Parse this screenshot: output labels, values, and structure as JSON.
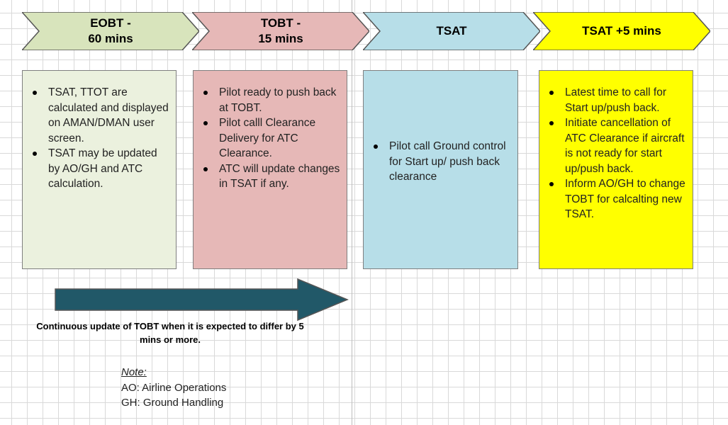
{
  "stages": [
    {
      "label": "EOBT -\n60 mins",
      "fill": "#d8e4bc"
    },
    {
      "label": "TOBT -\n15 mins",
      "fill": "#e6b8b7"
    },
    {
      "label": "TSAT",
      "fill": "#b7dee8"
    },
    {
      "label": "TSAT +5 mins",
      "fill": "#ffff00"
    }
  ],
  "boxes": [
    {
      "fill": "#ebf1de",
      "items": [
        "TSAT, TTOT are calculated and displayed on AMAN/DMAN user screen.",
        "TSAT may be updated by AO/GH and ATC calculation."
      ]
    },
    {
      "fill": "#e6b8b7",
      "items": [
        "Pilot ready to push back at TOBT.",
        "Pilot calll Clearance Delivery  for ATC Clearance.",
        "ATC will update changes in TSAT if any."
      ]
    },
    {
      "fill": "#b7dee8",
      "items": [
        "Pilot call Ground control for Start up/ push back clearance"
      ]
    },
    {
      "fill": "#ffff00",
      "items": [
        "Latest time to call for Start up/push back.",
        "Initiate cancellation of ATC Clearance if aircraft is not ready for start up/push back.",
        "Inform AO/GH to change TOBT for calcalting new TSAT."
      ]
    }
  ],
  "arrow": {
    "caption": "Continuous update of TOBT when it is expected to differ by 5 mins or more.",
    "color": "#215868"
  },
  "note": {
    "title": "Note:",
    "lines": [
      "AO: Airline Operations",
      "GH: Ground Handling"
    ]
  }
}
